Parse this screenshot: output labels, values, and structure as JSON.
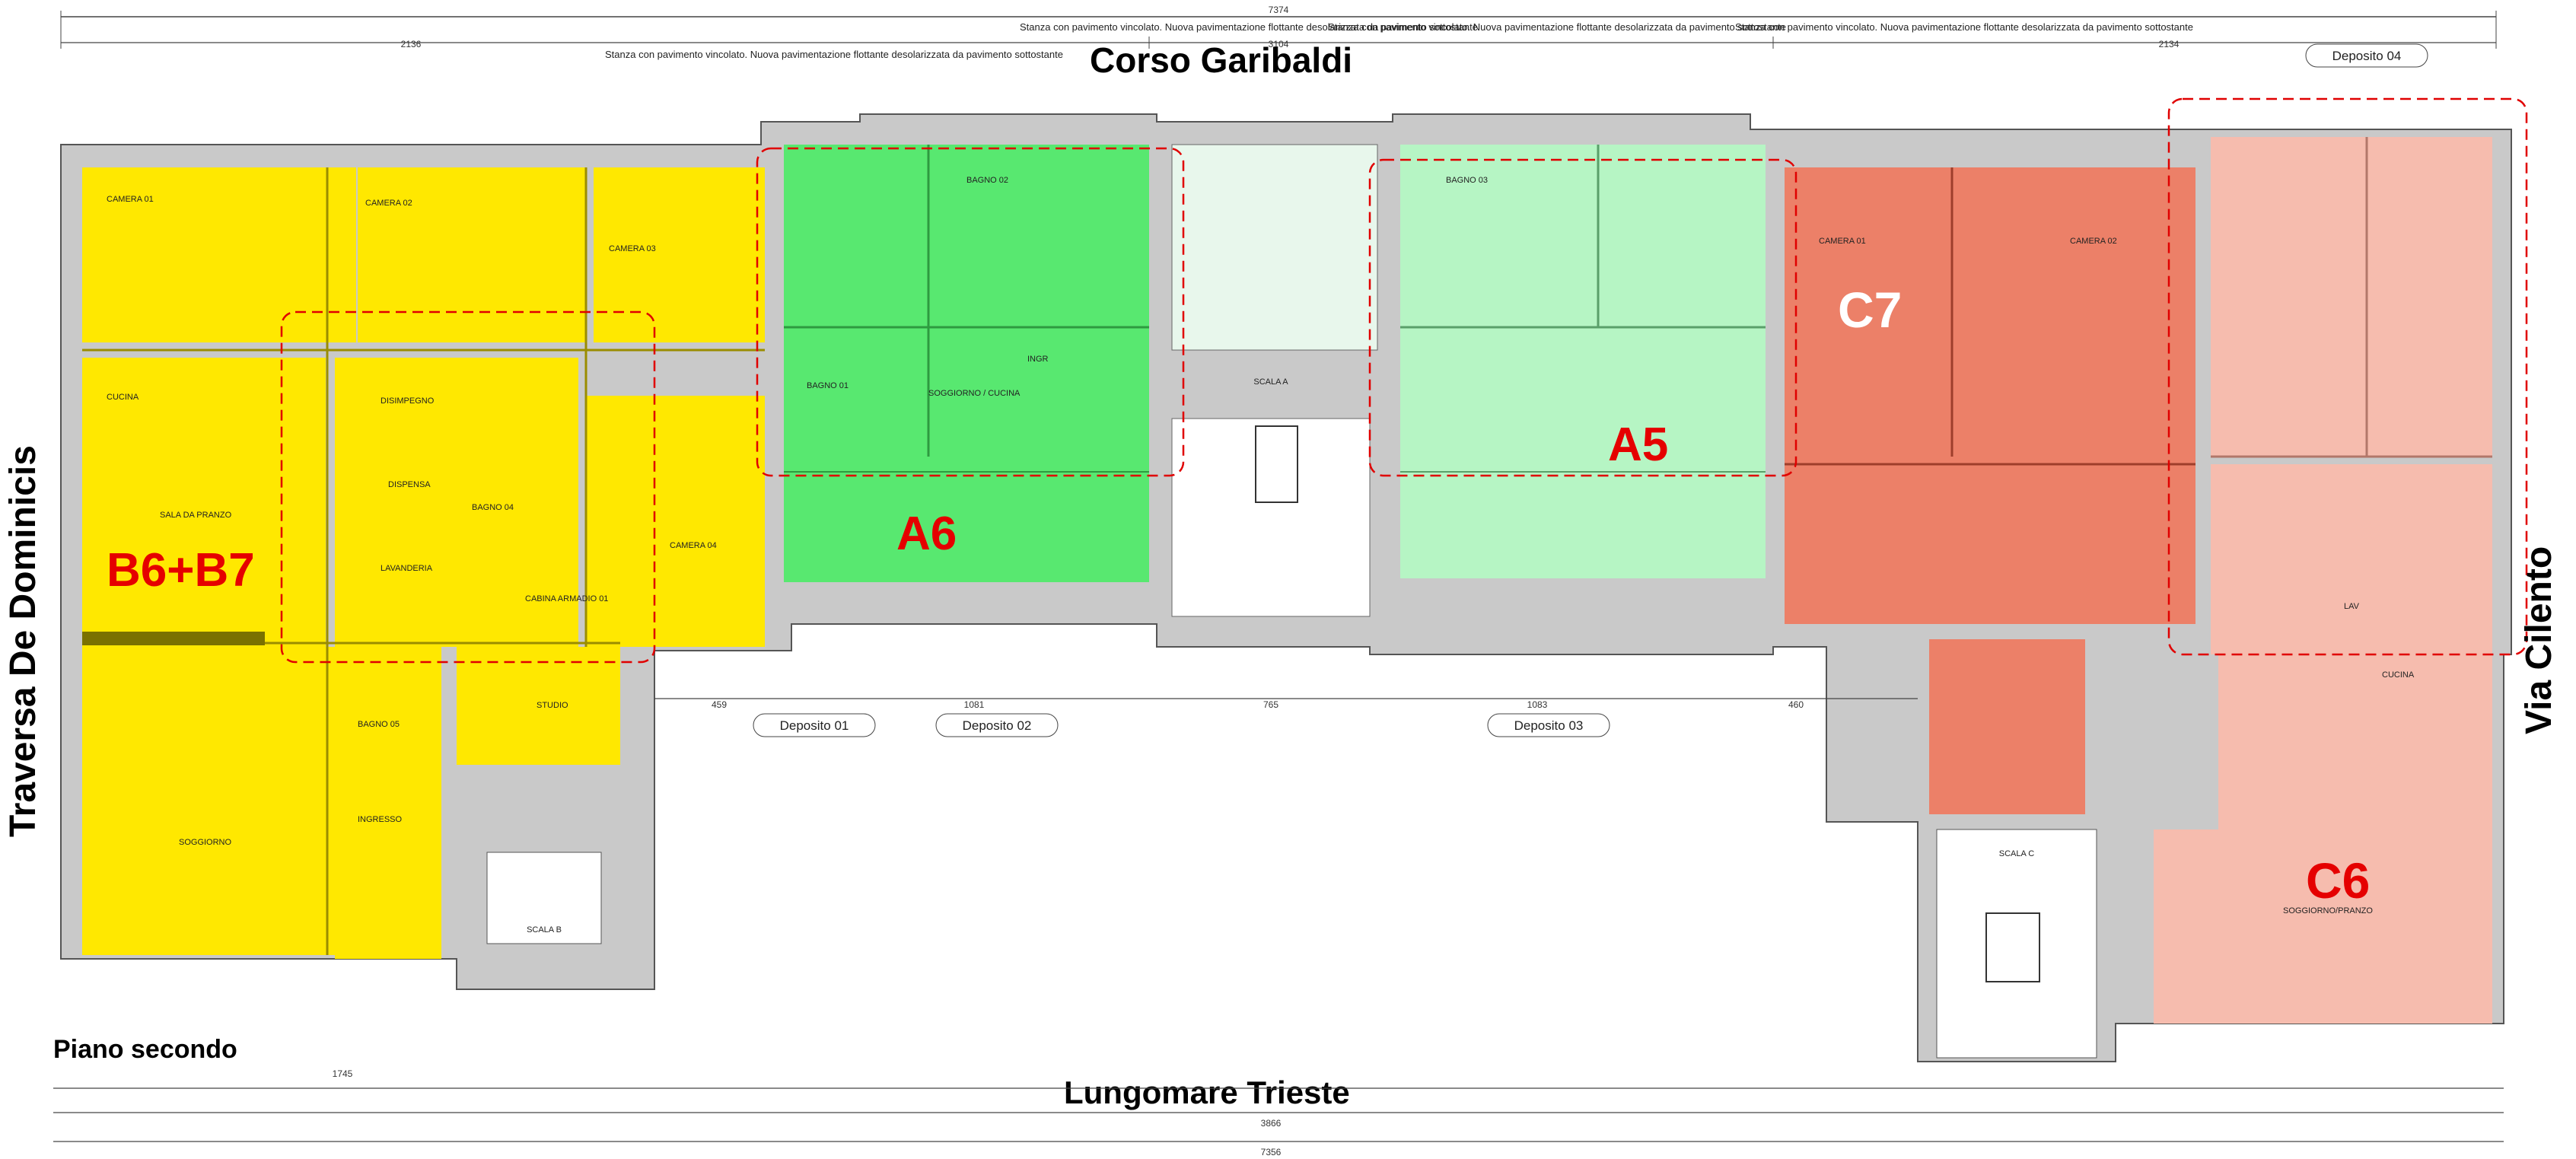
{
  "streets": {
    "top": "Corso Garibaldi",
    "bottom": "Lungomare Trieste",
    "left": "Traversa De Dominicis",
    "right": "Via Cilento"
  },
  "floor": "Piano  secondo",
  "units": [
    {
      "label": "B6+B7",
      "color": "#ffe800"
    },
    {
      "label": "A6",
      "color": "#58e870"
    },
    {
      "label": "A5",
      "color": "#b6f5c4"
    },
    {
      "label": "C7",
      "color": "#ec8068"
    },
    {
      "label": "C6",
      "color": "#f6bcae"
    }
  ],
  "deposits": [
    "Deposito 01",
    "Deposito 02",
    "Deposito 03",
    "Deposito 04"
  ],
  "notes": [
    "Stanza con pavimento vincolato. Nuova pavimentazione flottante desolarizzata da pavimento sottostante",
    "Stanza con pavimento vincolato. Nuova pavimentazione flottante desolarizzata da pavimento sottostante",
    "Stanza con pavimento vincolato. Nuova pavimentazione flottante desolarizzata da pavimento sottostante",
    "Stanza con pavimento vincolato. Nuova pavimentazione flottante desolarizzata da pavimento sottostante"
  ],
  "top_dims": [
    "7374",
    "2136",
    "3104",
    "2134"
  ],
  "bottom_dims": [
    "1745",
    "3866",
    "7356"
  ],
  "mid_dims": [
    "459",
    "1081",
    "765",
    "1083",
    "460"
  ],
  "stairs": [
    "SCALA A",
    "SCALA B",
    "SCALA C"
  ],
  "rooms": [
    "CAMERA 01",
    "CAMERA 02",
    "CAMERA 03",
    "CAMERA 04",
    "CUCINA",
    "SALA DA PRANZO",
    "DISIMPEGNO",
    "DISPENSA",
    "LAVANDERIA",
    "SOGGIORNO",
    "STUDIO",
    "INGRESSO",
    "BAGNO 01",
    "BAGNO 02",
    "BAGNO 03",
    "BAGNO 04",
    "BAGNO 05",
    "CABINA ARMADIO 01",
    "SOGGIORNO / CUCINA",
    "INGR",
    "CAMERA 01",
    "CAMERA 02",
    "SOGGIORNO/PRANZO",
    "LAV",
    "CUCINA"
  ]
}
